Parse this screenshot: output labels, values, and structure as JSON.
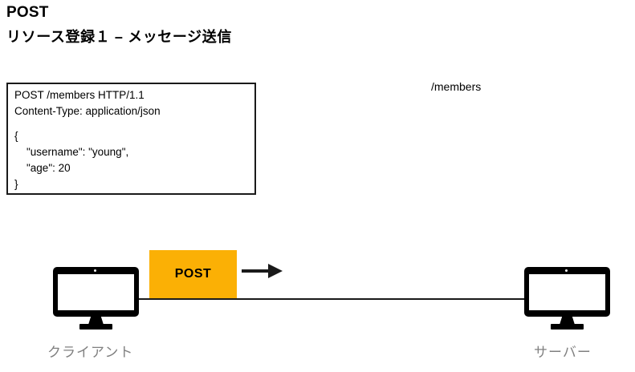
{
  "heading": {
    "method": "POST",
    "subtitle": "リソース登録１ – メッセージ送信"
  },
  "request_box": {
    "lines": [
      "POST /members HTTP/1.1",
      "Content-Type: application/json",
      "",
      "{",
      "    \"username\": \"young\",",
      "    \"age\": 20",
      "}"
    ]
  },
  "endpoint": {
    "path": "/members"
  },
  "flow": {
    "tag_label": "POST",
    "arrow_icon": "arrow-right-icon",
    "direction": "client-to-server"
  },
  "nodes": {
    "client": {
      "caption": "クライアント",
      "icon": "desktop-monitor-icon"
    },
    "server": {
      "caption": "サーバー",
      "icon": "desktop-monitor-icon"
    }
  },
  "colors": {
    "accent_orange": "#fbb005",
    "line_black": "#1a1a1a",
    "caption_gray": "#808080",
    "background": "#ffffff"
  }
}
